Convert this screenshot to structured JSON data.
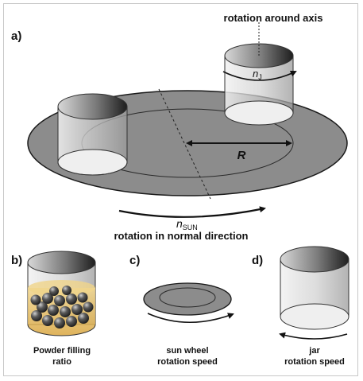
{
  "panels": {
    "a": {
      "label": "a)",
      "top_caption": "rotation around axis",
      "jar_speed_symbol": "n",
      "jar_speed_subscript": "J",
      "radius_symbol": "R",
      "sun_speed_symbol": "n",
      "sun_speed_subscript": "SUN",
      "bottom_caption": "rotation in normal direction"
    },
    "b": {
      "label": "b)",
      "caption_line1": "Powder filling",
      "caption_line2": "ratio"
    },
    "c": {
      "label": "c)",
      "caption_line1": "sun wheel",
      "caption_line2": "rotation speed"
    },
    "d": {
      "label": "d)",
      "caption_line1": "jar",
      "caption_line2": "rotation speed"
    }
  },
  "colors": {
    "disc_fill": "#8c8c8c",
    "disc_outline": "#1a1a1a",
    "powder": "#e8c060",
    "ball": "#4a4a4a",
    "jar_glass": "#e6e6e6"
  }
}
